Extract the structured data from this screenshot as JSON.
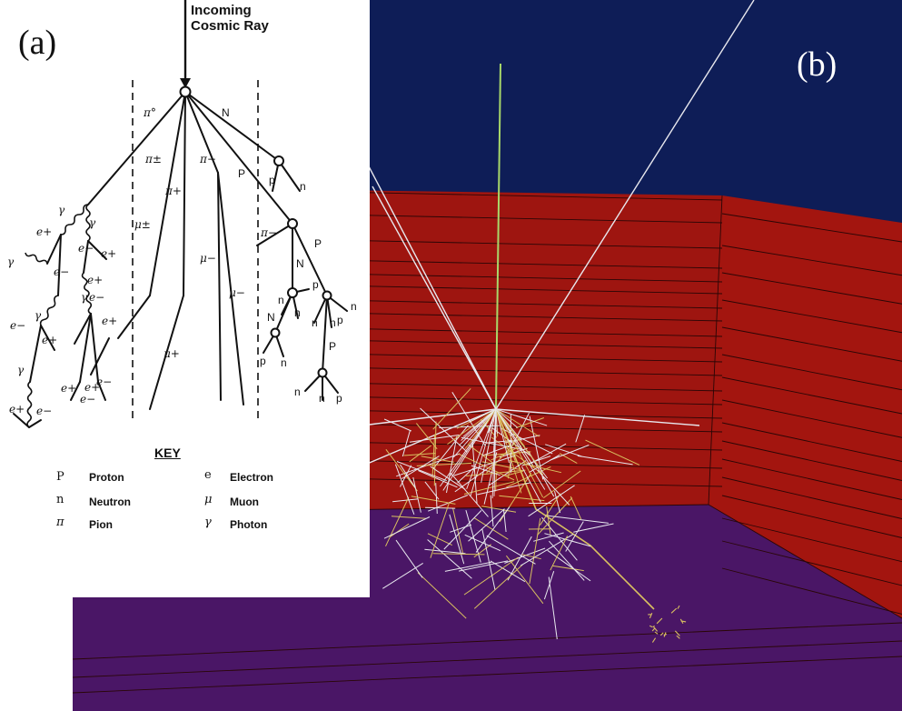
{
  "panels": {
    "a": {
      "label": "(a)",
      "title": "Incoming\nCosmic Ray",
      "particles": {
        "pi0": "π°",
        "pi_pm_1": "π±",
        "pi_plus_1": "π+",
        "pi_minus_1": "π−",
        "nucleon_1": "N",
        "proton_1": "P",
        "proton_2": "p",
        "neutron_1": "n",
        "pi_minus_2": "π−",
        "proton_3": "P",
        "nucleon_2": "N",
        "neutron_2": "n",
        "proton_4": "p",
        "neutron_3": "n",
        "nucleon_3": "N",
        "neutron_4": "n",
        "neutron_5": "n",
        "proton_5": "p",
        "proton_6": "p",
        "neutron_6": "n",
        "proton_7": "P",
        "neutron_7": "n",
        "proton_8": "p",
        "mu_pm": "μ±",
        "mu_minus_1": "μ−",
        "mu_minus_2": "μ−",
        "mu_plus": "μ+",
        "e_plus_mid": "e+",
        "gamma_1": "γ",
        "gamma_2": "γ",
        "gamma_3": "γ",
        "gamma_4": "γ",
        "gamma_5": "γ",
        "gamma_6": "γ",
        "e_plus_1": "e+",
        "e_minus_1": "e−",
        "e_minus_2": "e−",
        "e_plus_2": "e+",
        "e_minus_3": "e−",
        "e_plus_3": "e+",
        "e_minus_4": "e−",
        "e_plus_4": "e+",
        "e_plus_5": "e+",
        "e_plus_6": "e+",
        "e_minus_5": "e−",
        "e_minus_6": "e−",
        "e_plus_7": "e+",
        "e_minus_7": "e−"
      },
      "key": {
        "title": "KEY",
        "rows": [
          {
            "left_symbol": "P",
            "left_name": "Proton",
            "right_symbol": "e",
            "right_name": "Electron"
          },
          {
            "left_symbol": "n",
            "left_name": "Neutron",
            "right_symbol": "μ",
            "right_name": "Muon"
          },
          {
            "left_symbol": "π",
            "left_name": "Pion",
            "right_symbol": "γ",
            "right_name": "Photon"
          }
        ]
      }
    },
    "b": {
      "label": "(b)"
    }
  },
  "colors": {
    "sky": "#0e1d57",
    "back_wall": "#9e1510",
    "side_wall": "#a3150f",
    "floor": "#4a1666",
    "track_white": "#e8e8ee",
    "track_yellow": "#d9c060",
    "track_green": "#a8d86a"
  }
}
